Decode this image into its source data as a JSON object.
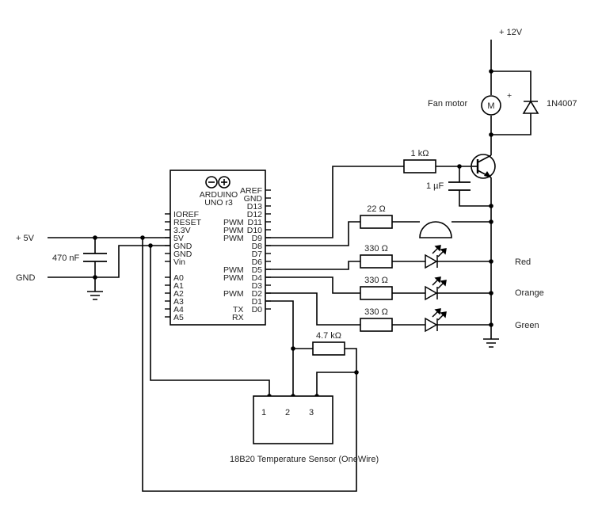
{
  "supply": {
    "v12": "+ 12V",
    "v5": "+ 5V",
    "gnd": "GND"
  },
  "fan": {
    "label": "Fan motor",
    "symbol": "M",
    "plus": "+"
  },
  "diode": {
    "label": "1N4007"
  },
  "base_resistor": "1 kΩ",
  "base_cap": "1 µF",
  "decoupling_cap": "470 nF",
  "buzzer_resistor": "22 Ω",
  "led_resistors": [
    "330 Ω",
    "330 Ω",
    "330 Ω"
  ],
  "leds": {
    "red": "Red",
    "orange": "Orange",
    "green": "Green"
  },
  "pullup": "4.7 kΩ",
  "sensor": {
    "title": "18B20 Temperature Sensor (OneWire)",
    "pins": [
      "1",
      "2",
      "3"
    ]
  },
  "arduino": {
    "name1": "ARDUINO",
    "name2": "UNO r3",
    "left_pins": [
      "IOREF",
      "RESET",
      "3.3V",
      "5V",
      "GND",
      "GND",
      "Vin",
      "A0",
      "A1",
      "A2",
      "A3",
      "A4",
      "A5"
    ],
    "right_pins": [
      "AREF",
      "GND",
      "D13",
      "D12",
      "D11",
      "D10",
      "D9",
      "D8",
      "D7",
      "D6",
      "D5",
      "D4",
      "D3",
      "D2",
      "D1",
      "D0"
    ],
    "pwm": [
      "PWM",
      "PWM",
      "PWM",
      "PWM",
      "PWM",
      "PWM"
    ],
    "tx": "TX",
    "rx": "RX"
  }
}
